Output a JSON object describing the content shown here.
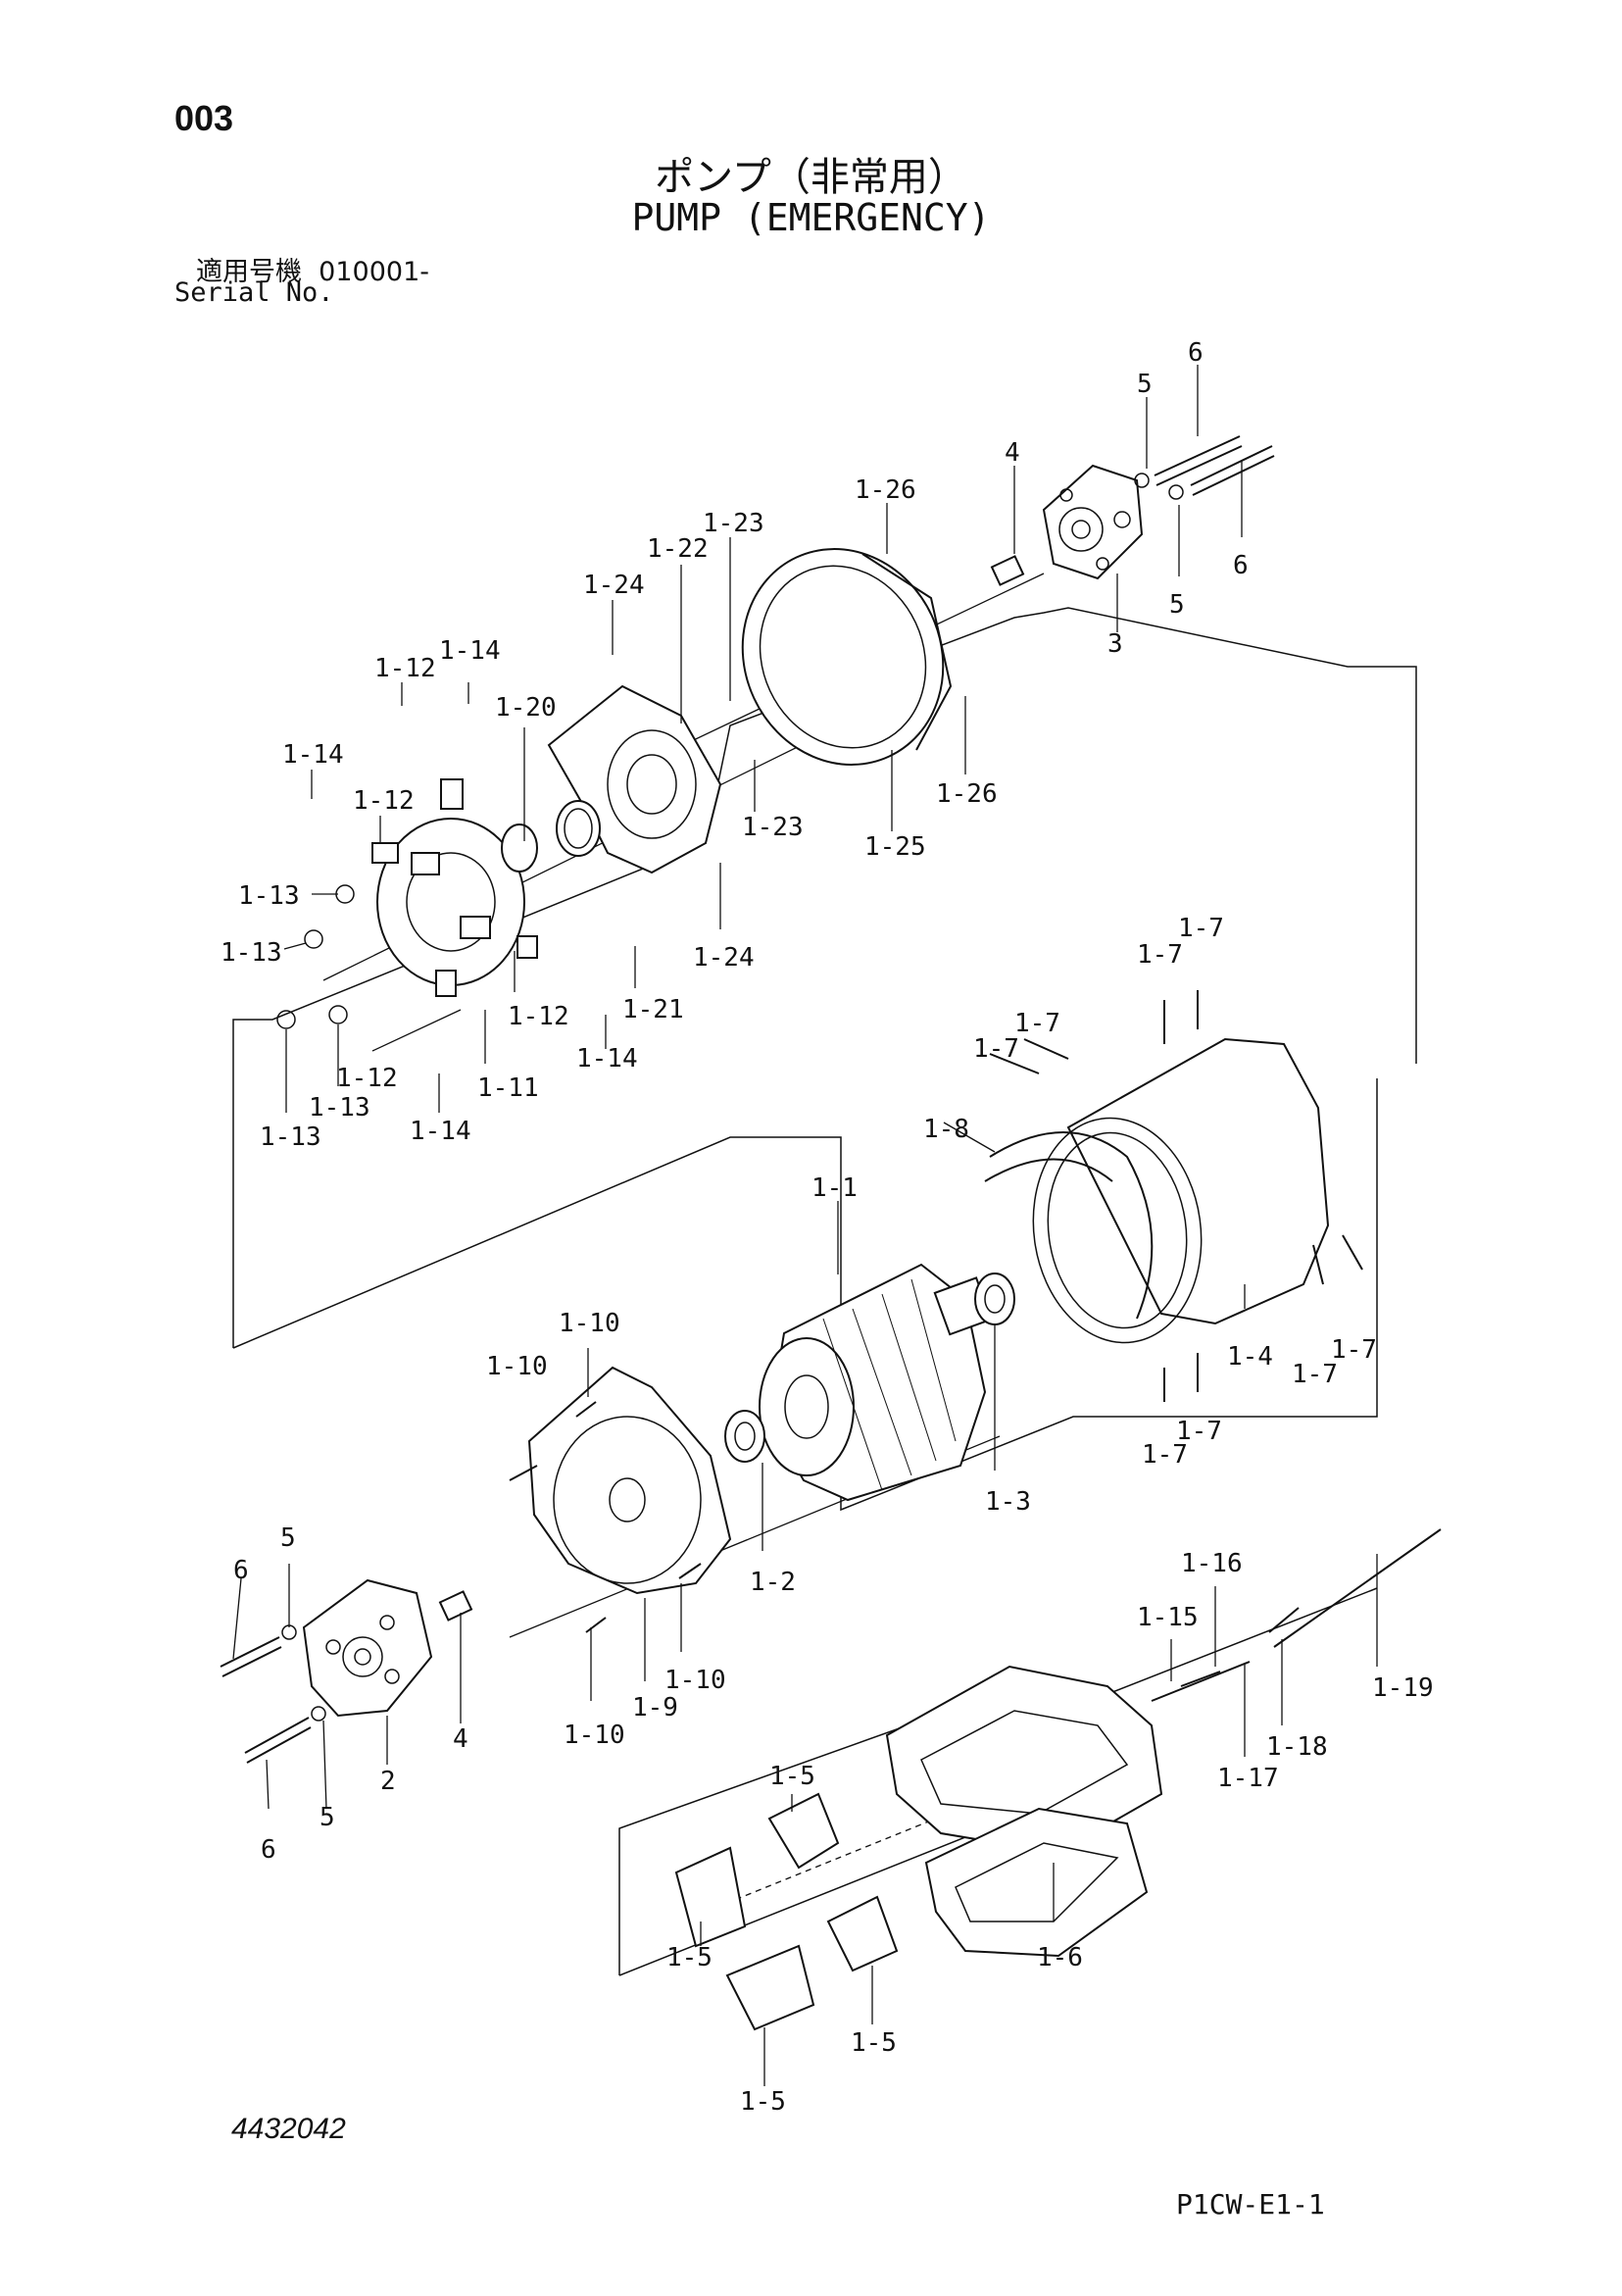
{
  "header": {
    "page_number": "003",
    "title_jp": "ポンプ（非常用）",
    "title_en": "PUMP (EMERGENCY)",
    "serial_label_jp": "適用号機",
    "serial_value": "010001-",
    "serial_label_en": "Serial No."
  },
  "footer": {
    "document_number": "4432042",
    "sheet_code": "P1CW-E1-1"
  },
  "callouts": [
    {
      "id": "c6a",
      "text": "6"
    },
    {
      "id": "c5a",
      "text": "5"
    },
    {
      "id": "c4a",
      "text": "4"
    },
    {
      "id": "c6b",
      "text": "6"
    },
    {
      "id": "c5b",
      "text": "5"
    },
    {
      "id": "c3a",
      "text": "3"
    },
    {
      "id": "c126a",
      "text": "1-26"
    },
    {
      "id": "c126b",
      "text": "1-26"
    },
    {
      "id": "c123a",
      "text": "1-23"
    },
    {
      "id": "c123b",
      "text": "1-23"
    },
    {
      "id": "c122",
      "text": "1-22"
    },
    {
      "id": "c125",
      "text": "1-25"
    },
    {
      "id": "c124a",
      "text": "1-24"
    },
    {
      "id": "c124b",
      "text": "1-24"
    },
    {
      "id": "c112a",
      "text": "1-12"
    },
    {
      "id": "c114a",
      "text": "1-14"
    },
    {
      "id": "c120",
      "text": "1-20"
    },
    {
      "id": "c114b",
      "text": "1-14"
    },
    {
      "id": "c112b",
      "text": "1-12"
    },
    {
      "id": "c113a",
      "text": "1-13"
    },
    {
      "id": "c113b",
      "text": "1-13"
    },
    {
      "id": "c121",
      "text": "1-21"
    },
    {
      "id": "c112c",
      "text": "1-12"
    },
    {
      "id": "c114c",
      "text": "1-14"
    },
    {
      "id": "c112d",
      "text": "1-12"
    },
    {
      "id": "c111",
      "text": "1-11"
    },
    {
      "id": "c113c",
      "text": "1-13"
    },
    {
      "id": "c113d",
      "text": "1-13"
    },
    {
      "id": "c114d",
      "text": "1-14"
    },
    {
      "id": "c17a",
      "text": "1-7"
    },
    {
      "id": "c17b",
      "text": "1-7"
    },
    {
      "id": "c17c",
      "text": "1-7"
    },
    {
      "id": "c17d",
      "text": "1-7"
    },
    {
      "id": "c18",
      "text": "1-8"
    },
    {
      "id": "c11",
      "text": "1-1"
    },
    {
      "id": "c14",
      "text": "1-4"
    },
    {
      "id": "c17e",
      "text": "1-7"
    },
    {
      "id": "c17f",
      "text": "1-7"
    },
    {
      "id": "c17g",
      "text": "1-7"
    },
    {
      "id": "c17h",
      "text": "1-7"
    },
    {
      "id": "c110a",
      "text": "1-10"
    },
    {
      "id": "c110b",
      "text": "1-10"
    },
    {
      "id": "c13",
      "text": "1-3"
    },
    {
      "id": "c6c",
      "text": "6"
    },
    {
      "id": "c5c",
      "text": "5"
    },
    {
      "id": "c12",
      "text": "1-2"
    },
    {
      "id": "c110c",
      "text": "1-10"
    },
    {
      "id": "c19",
      "text": "1-9"
    },
    {
      "id": "c110d",
      "text": "1-10"
    },
    {
      "id": "c4b",
      "text": "4"
    },
    {
      "id": "c2",
      "text": "2"
    },
    {
      "id": "c5d",
      "text": "5"
    },
    {
      "id": "c6d",
      "text": "6"
    },
    {
      "id": "c116",
      "text": "1-16"
    },
    {
      "id": "c115",
      "text": "1-15"
    },
    {
      "id": "c119",
      "text": "1-19"
    },
    {
      "id": "c118",
      "text": "1-18"
    },
    {
      "id": "c117",
      "text": "1-17"
    },
    {
      "id": "c15a",
      "text": "1-5"
    },
    {
      "id": "c15b",
      "text": "1-5"
    },
    {
      "id": "c16",
      "text": "1-6"
    },
    {
      "id": "c15c",
      "text": "1-5"
    },
    {
      "id": "c15d",
      "text": "1-5"
    }
  ]
}
